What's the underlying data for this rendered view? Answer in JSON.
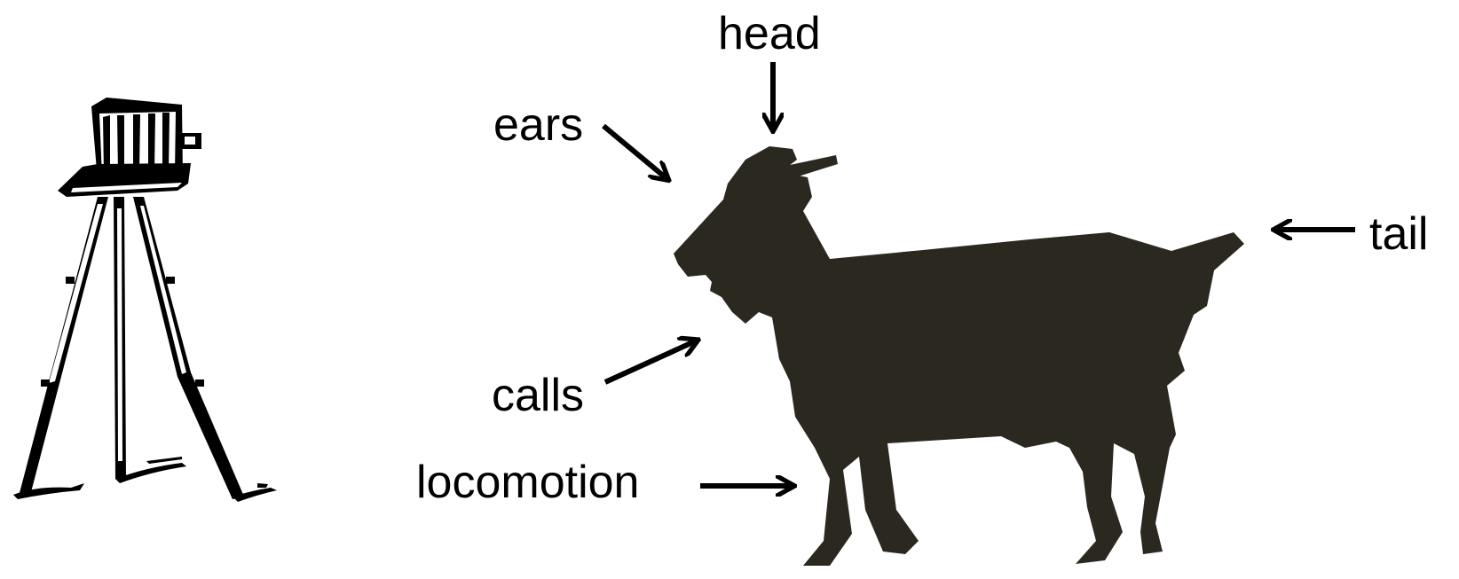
{
  "labels": {
    "head": "head",
    "ears": "ears",
    "tail": "tail",
    "calls": "calls",
    "locomotion": "locomotion"
  },
  "icons": {
    "camera": "camera-on-tripod-icon",
    "goat": "goat-silhouette-icon"
  },
  "colors": {
    "silhouette": "#2b2820",
    "ink": "#000000",
    "background": "#ffffff"
  }
}
